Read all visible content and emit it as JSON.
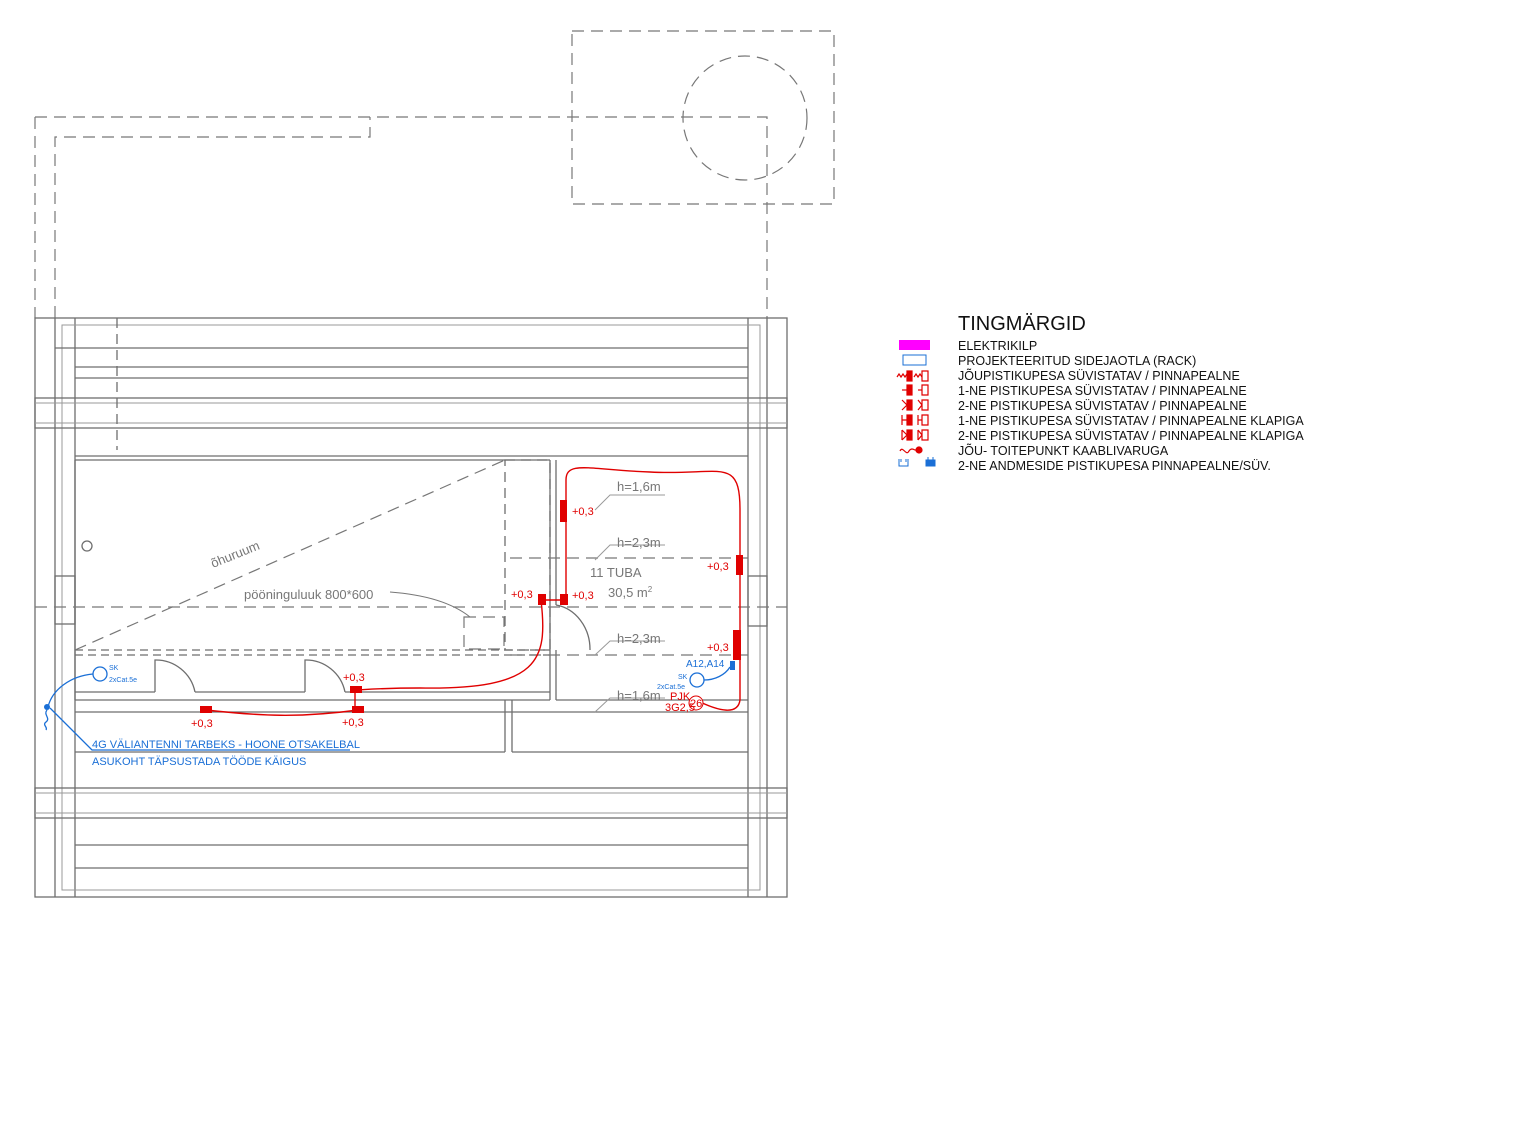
{
  "legend": {
    "title": "TINGMÄRGID",
    "items": [
      {
        "icon": "electrical-panel-icon",
        "label": "ELEKTRIKILP",
        "color": "#ff00ff"
      },
      {
        "icon": "rack-icon",
        "label": "PROJEKTEERITUD SIDEJAOTLA (RACK)",
        "color": "#1a6fd6"
      },
      {
        "icon": "power-socket-icon",
        "label": "JÕUPISTIKUPESA SÜVISTATAV / PINNAPEALNE",
        "color": "#e00000"
      },
      {
        "icon": "single-socket-icon",
        "label": "1-NE PISTIKUPESA SÜVISTATAV / PINNAPEALNE",
        "color": "#e00000"
      },
      {
        "icon": "double-socket-icon",
        "label": "2-NE PISTIKUPESA SÜVISTATAV / PINNAPEALNE",
        "color": "#e00000"
      },
      {
        "icon": "single-socket-flap-icon",
        "label": "1-NE PISTIKUPESA SÜVISTATAV / PINNAPEALNE KLAPIGA",
        "color": "#e00000"
      },
      {
        "icon": "double-socket-flap-icon",
        "label": "2-NE PISTIKUPESA SÜVISTATAV / PINNAPEALNE KLAPIGA",
        "color": "#e00000"
      },
      {
        "icon": "power-point-icon",
        "label": "JÕU- TOITEPUNKT KAABLIVARUGA",
        "color": "#e00000"
      },
      {
        "icon": "data-socket-icon",
        "label": "2-NE ANDMESIDE PISTIKUPESA PINNAPEALNE/SÜV.",
        "color": "#1a6fd6"
      }
    ]
  },
  "plan": {
    "room_name": "11 TUBA",
    "room_area": "30,5 m",
    "room_area_sup": "2",
    "heights": [
      "h=1,6m",
      "h=2,3m",
      "h=2,3m",
      "h=1,6m"
    ],
    "hatch_label": "pööninguluuk 800*600",
    "air_space_label": "õhuruum",
    "socket_height": "+0,3",
    "data_outlet_ref": "A12,A14",
    "sk_label": "SK",
    "cable_label": "2xCat.5e",
    "pjk_label": "PJK",
    "pjk_cable": "3G2,5",
    "circuit_no": "26",
    "antenna_note_1": "4G VÄLIANTENNI TARBEKS - HOONE OTSAKELBAL",
    "antenna_note_2": "ASUKOHT TÄPSUSTADA TÖÖDE KÄIGUS"
  }
}
